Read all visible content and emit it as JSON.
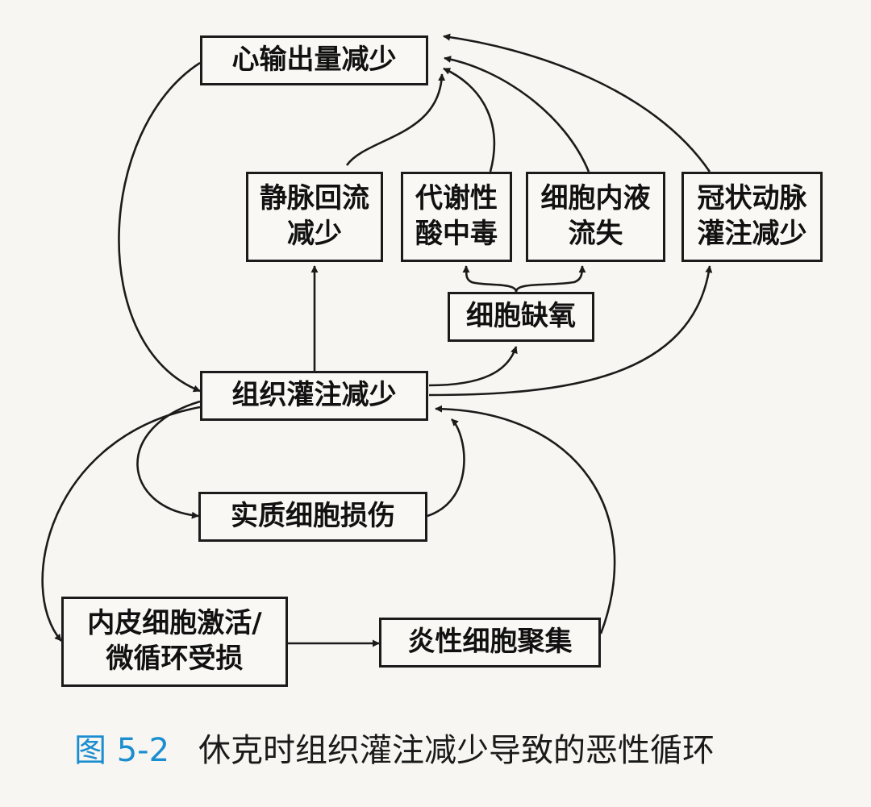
{
  "nodes": {
    "cardiac_output": "心输出量减少",
    "venous_return": [
      "静脉回流",
      "减少"
    ],
    "metabolic_acidosis": [
      "代谢性",
      "酸中毒"
    ],
    "cell_fluid_loss": [
      "细胞内液",
      "流失"
    ],
    "coronary_perfusion": [
      "冠状动脉",
      "灌注减少"
    ],
    "cell_hypoxia": "细胞缺氧",
    "tissue_perfusion": "组织灌注减少",
    "parenchymal_injury": "实质细胞损伤",
    "endothelial_activation": [
      "内皮细胞激活/",
      "微循环受损"
    ],
    "inflammatory_aggregation": "炎性细胞聚集"
  },
  "caption": {
    "number": "图 5-2",
    "text": "休克时组织灌注减少导致的恶性循环"
  },
  "colors": {
    "line": "#1b1b1b",
    "caption_number": "#1b8ed1"
  }
}
